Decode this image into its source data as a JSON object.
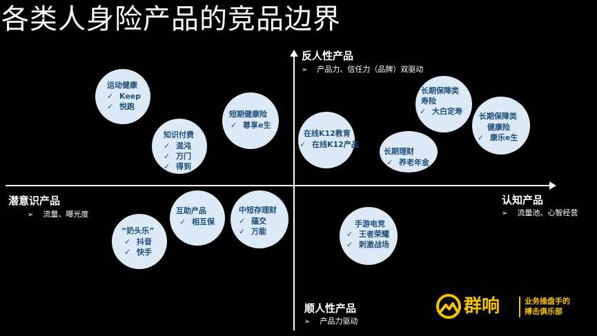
{
  "title": "各类人身险产品的竞品边界",
  "quadrants": {
    "top": {
      "label": "反人性产品",
      "sub": "产品力、信任力（品牌）双驱动"
    },
    "bottom": {
      "label": "顺人性产品",
      "sub": "产品力驱动"
    },
    "left": {
      "label": "潜意识产品",
      "sub": "流量、曝光度"
    },
    "right": {
      "label": "认知产品",
      "sub": "流量池、心智经营"
    },
    "bullet_icon": "arrow-bullet-icon"
  },
  "circles": [
    {
      "title": "运动健康",
      "items": [
        "Keep",
        "悦跑"
      ]
    },
    {
      "title": "知识付费",
      "items": [
        "混沌",
        "万门",
        "得到"
      ]
    },
    {
      "title": "短期健康险",
      "items": [
        "尊享e生"
      ]
    },
    {
      "title": "在线K12教育",
      "items": [
        "在线K12产品"
      ]
    },
    {
      "title": "长期理财",
      "items": [
        "养老年金"
      ]
    },
    {
      "title": "长期保障类",
      "subtitle": "寿险",
      "items": [
        "大白定寿"
      ]
    },
    {
      "title": "长期保障类",
      "subtitle": "健康险",
      "items": [
        "康乐e生"
      ]
    },
    {
      "title": "“奶头乐”",
      "items": [
        "抖音",
        "快手"
      ]
    },
    {
      "title": "互助产品",
      "items": [
        "相互保"
      ]
    },
    {
      "title": "中短存理财",
      "items": [
        "蕴交",
        "万能"
      ]
    },
    {
      "title": "手游电竞",
      "items": [
        "王者荣耀",
        "刺激战场"
      ]
    }
  ],
  "tick_icon": "check-icon",
  "logo": {
    "name": "群响",
    "tagline_line1": "业务操盘手的",
    "tagline_line2": "搏击俱乐部",
    "mark_icon": "mountain-logo-icon",
    "color": "#f5c400"
  },
  "colors": {
    "circle_fill": "#dbeaf6",
    "circle_text": "#1f4e79",
    "background": "#000000"
  }
}
